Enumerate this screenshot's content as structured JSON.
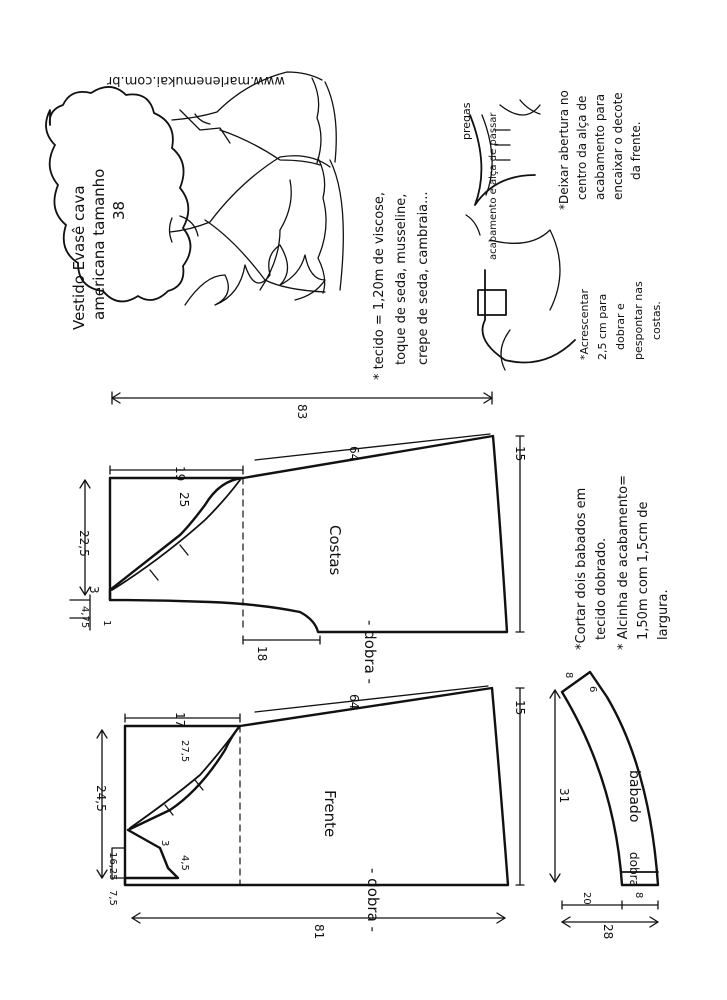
{
  "title": {
    "line1": "Vestido Evasê cava",
    "line2": "americana tamanho",
    "size": "38"
  },
  "website": "www.marlenemukai.com.br",
  "fabric_note": {
    "line1": "* tecido = 1,20m de viscose,",
    "line2": "toque de seda, musseline,",
    "line3": "crepe de seda, cambraia..."
  },
  "detail_notes": {
    "pregas": "pregas",
    "acabamento": "acabamento e alça de passar",
    "abertura": {
      "line1": "*Deixar abertura no",
      "line2": "centro da alça de",
      "line3": "acabamento para",
      "line4": "encaixar o decote",
      "line5": "da frente."
    },
    "acrescentar": {
      "line1": "*Acrescentar",
      "line2": "2,5 cm para",
      "line3": "dobrar e",
      "line4": "pespontar nas",
      "line5": "costas."
    }
  },
  "costas": {
    "label": "Costas",
    "dobra": "- dobra -",
    "dims": {
      "total_length": "83",
      "top_width": "22,5",
      "hem_width": "64",
      "armhole_depth": "19",
      "armhole_curve": "25",
      "neck_drop": "3",
      "shoulder_a": "4,75",
      "shoulder_b": "1",
      "lower_curve": "18",
      "hem_rise": "15"
    }
  },
  "frente": {
    "label": "Frente",
    "dobra": "- dobra -",
    "dims": {
      "total_length": "81",
      "top_width": "24,5",
      "hem_width": "64",
      "armhole_depth": "17",
      "armhole_curve": "27,5",
      "neck_a": "16,25",
      "neck_b": "7,5",
      "neck_c": "3",
      "neck_d": "4,5",
      "hem_rise": "15"
    }
  },
  "ruffle_notes": {
    "line1": "*Cortar dois babados em",
    "line2": "tecido dobrado.",
    "line3": "* Alcinha de acabamento=",
    "line4": "1,50m com 1,5cm de",
    "line5": "largura."
  },
  "babado": {
    "label": "babado",
    "dobra": "dobra",
    "dims": {
      "length": "31",
      "width_total": "28",
      "width_a": "20",
      "width_b": "8",
      "top_a": "8",
      "top_b": "6"
    }
  }
}
